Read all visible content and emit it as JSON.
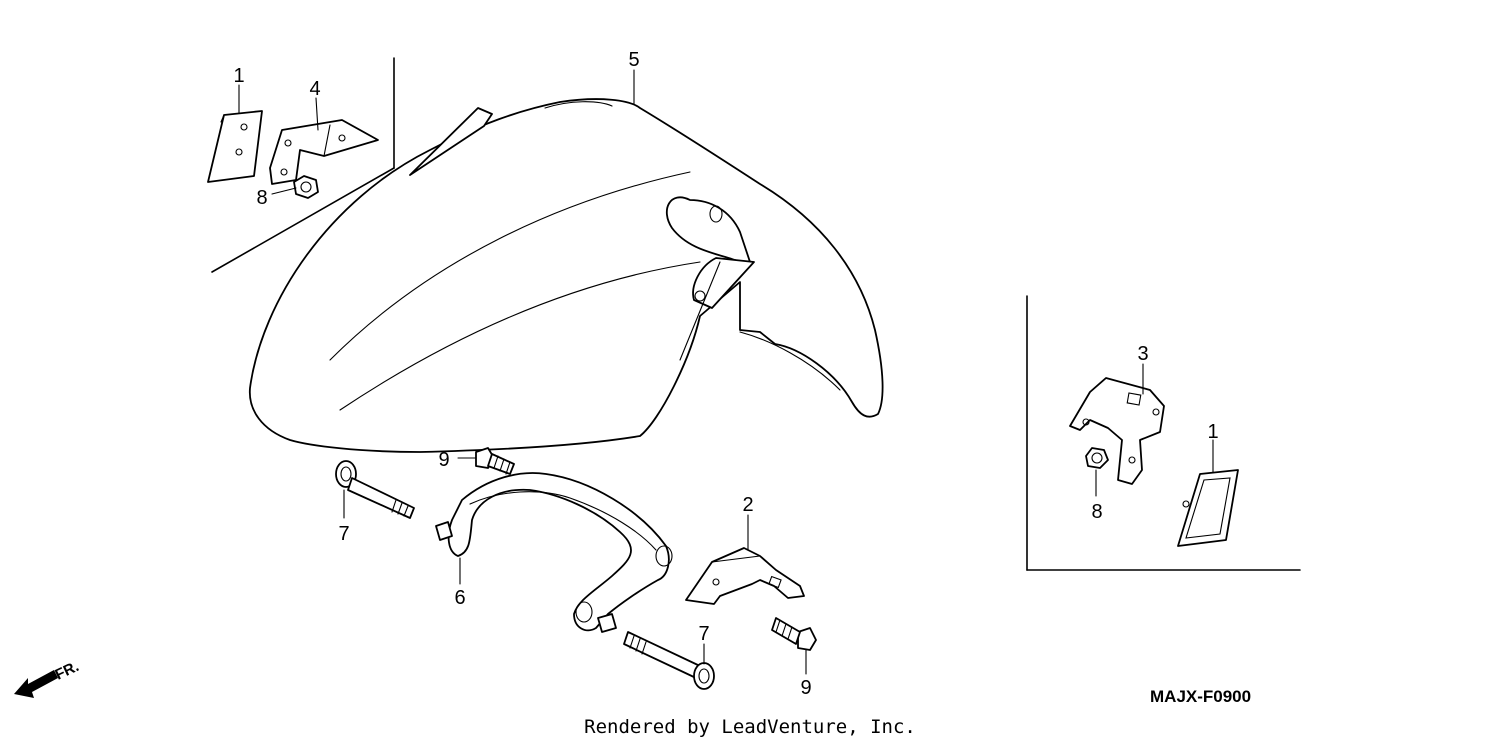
{
  "callouts": {
    "c1_left": "1",
    "c4": "4",
    "c8_left": "8",
    "c5": "5",
    "c3": "3",
    "c1_right": "1",
    "c8_right": "8",
    "c9_top": "9",
    "c7_left": "7",
    "c6": "6",
    "c2": "2",
    "c7_bottom": "7",
    "c9_bottom": "9"
  },
  "direction_label": "FR.",
  "diagram_code": "MAJX-F0900",
  "footer_text": "Rendered by LeadVenture, Inc."
}
